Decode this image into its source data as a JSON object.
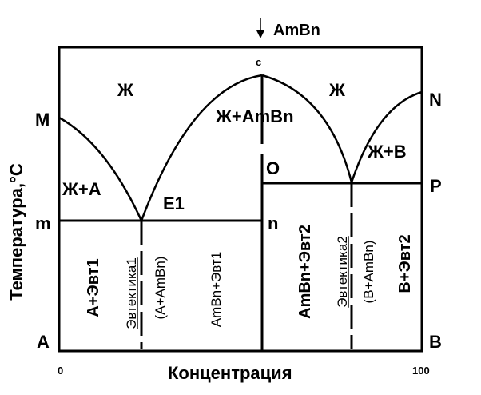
{
  "compound_marker": "AmBn",
  "axes": {
    "y_label": "Температура,°С",
    "x_label": "Концентрация",
    "x_min": "0",
    "x_max": "100"
  },
  "points": {
    "c": "c",
    "M": "M",
    "N": "N",
    "P": "P",
    "O": "O",
    "m": "m",
    "n": "n",
    "E1": "E1",
    "A": "A",
    "B": "B"
  },
  "regions": {
    "liquid_left": "Ж",
    "liquid_right": "Ж",
    "liquid_plus_compound": "Ж+AmBn",
    "liquid_plus_b": "Ж+B",
    "liquid_plus_a": "Ж+A",
    "a_plus_eut1": "A+Эвт1",
    "eutectic1": "Эвтектика1",
    "eutectic1_comp": "(A+AmBn)",
    "compound_plus_eut1": "AmBn+Эвт1",
    "compound_plus_eut2": "AmBn+Эвт2",
    "eutectic2": "Эвтектика2",
    "eutectic2_comp": "(B+AmBn)",
    "b_plus_eut2": "B+Эвт2"
  }
}
